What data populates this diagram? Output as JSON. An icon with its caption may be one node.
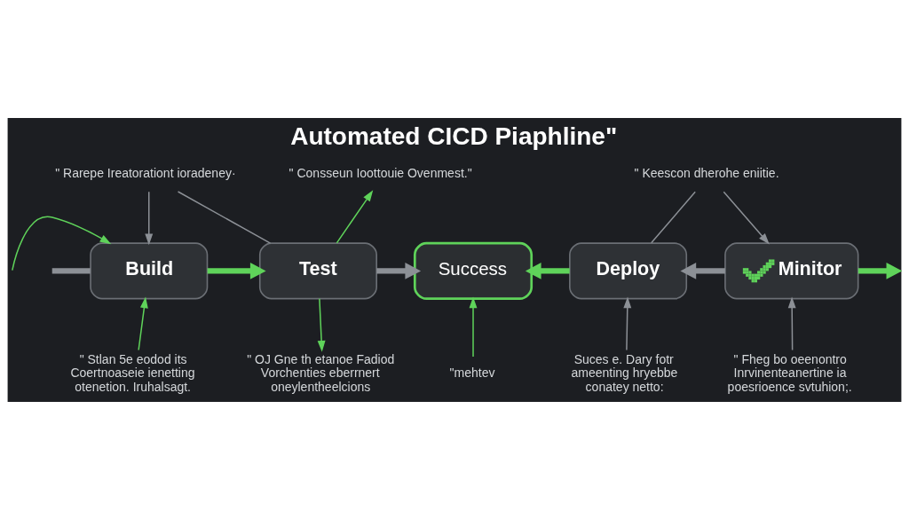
{
  "diagram": {
    "title": "Automated CICD Piaphline\"",
    "nodes": [
      {
        "text": [
          "Build"
        ]
      },
      {
        "text": [
          "Test"
        ]
      },
      {
        "text": [
          "Success"
        ]
      },
      {
        "text": [
          "Deploy"
        ]
      },
      {
        "text": [
          "Minitor"
        ]
      },
      {
        "text": [
          "\" Rarepe Ireatorationt ioradeney·"
        ]
      },
      {
        "text": [
          "\" Consseun Ioottouie Ovenmest.\""
        ]
      },
      {
        "text": [
          "\" Keescon dherohe eniitie."
        ]
      },
      {
        "text": [
          "\" Stlan 5e eodod its Coertnoaseie ienetting otenetion. Iruhalsagt."
        ]
      },
      {
        "text": [
          "\" OJ Gne th etanoe Fadiod Vorchenties eberrnert oneylentheelcions"
        ]
      },
      {
        "text": [
          "\"mehtev"
        ]
      },
      {
        "text": [
          "Suces e. Dary fotr ameenting hryebbe conatey netto:"
        ]
      },
      {
        "text": [
          "\" Fheg bo oeenontro Inrvinenteanertine ia poesrioence svtuhion;."
        ]
      }
    ],
    "edges": [
      {
        "from": null,
        "to": 0,
        "arrow": "to",
        "color": "#5fd35a"
      },
      {
        "from": null,
        "to": 0,
        "arrow": "none",
        "style": "thick"
      },
      {
        "from": 0,
        "to": 1,
        "arrow": "to",
        "style": "thick",
        "color": "#5fd35a"
      },
      {
        "from": 1,
        "to": 2,
        "arrow": "to",
        "style": "thick"
      },
      {
        "from": 3,
        "to": 2,
        "arrow": "to",
        "style": "thick",
        "color": "#5fd35a"
      },
      {
        "from": 4,
        "to": 3,
        "arrow": "to",
        "style": "thick"
      },
      {
        "from": 4,
        "to": null,
        "arrow": "to",
        "style": "thick",
        "color": "#5fd35a"
      },
      {
        "from": 5,
        "to": 0,
        "arrow": "to"
      },
      {
        "from": 5,
        "to": 1,
        "arrow": "none"
      },
      {
        "from": 1,
        "to": 6,
        "arrow": "to",
        "color": "#5fd35a"
      },
      {
        "from": 7,
        "to": 3,
        "arrow": "none"
      },
      {
        "from": 7,
        "to": 4,
        "arrow": "to"
      },
      {
        "from": 8,
        "to": 0,
        "arrow": "to",
        "color": "#5fd35a"
      },
      {
        "from": 1,
        "to": 9,
        "arrow": "to",
        "color": "#5fd35a"
      },
      {
        "from": 10,
        "to": 2,
        "arrow": "to",
        "color": "#5fd35a"
      },
      {
        "from": 11,
        "to": 3,
        "arrow": "to"
      },
      {
        "from": 12,
        "to": 4,
        "arrow": "to"
      }
    ]
  }
}
